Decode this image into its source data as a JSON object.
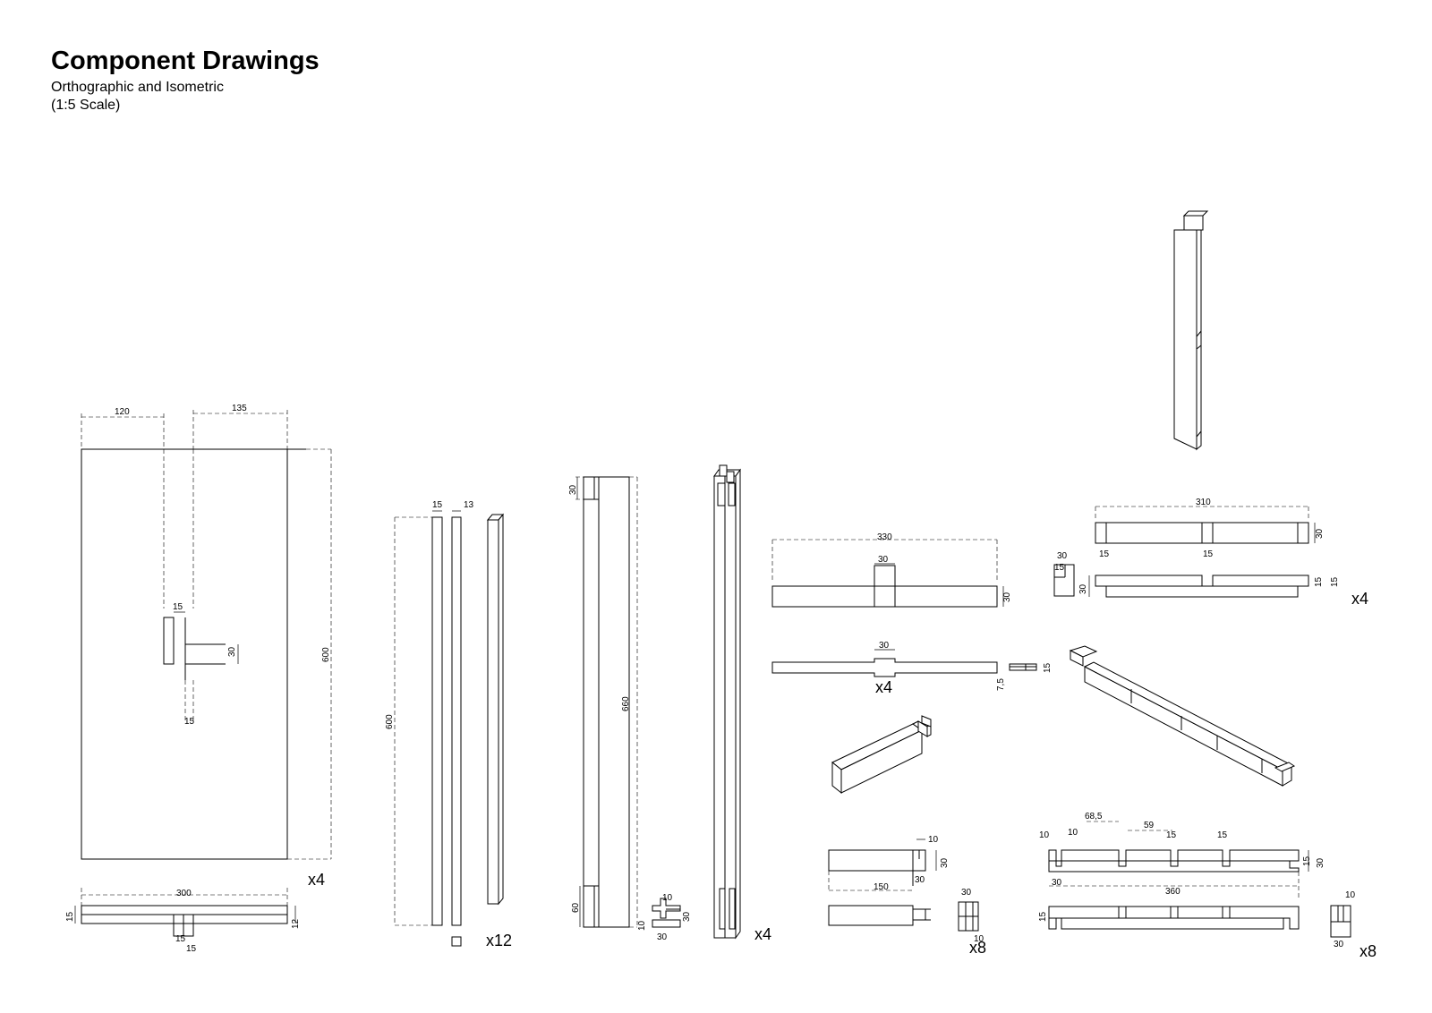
{
  "header": {
    "title": "Component Drawings",
    "subtitle_line1": "Orthographic and Isometric",
    "subtitle_line2": "(1:5 Scale)"
  },
  "panel": {
    "dims": {
      "w1": "120",
      "w2": "135",
      "h": "600",
      "slot_w": "15",
      "slot_h": "30",
      "slot_b": "15",
      "section_w": "300",
      "section_t": "15",
      "section_t2": "12",
      "tab1": "15",
      "tab2": "15"
    },
    "qty": "x4"
  },
  "strips": {
    "dims": {
      "w1": "15",
      "w2": "13",
      "h": "600"
    },
    "qty": "x12"
  },
  "post": {
    "dims": {
      "top": "30",
      "h": "660",
      "bottom": "60",
      "sec_a": "10",
      "sec_b": "10",
      "sec_c": "30",
      "sec_d": "30"
    },
    "qty": "x4"
  },
  "crossbar_short": {
    "dims": {
      "len": "330",
      "notch": "30",
      "h": "30",
      "notch2": "30",
      "t1": "7,5",
      "t2": "15"
    },
    "qty": "x4"
  },
  "crossbar_long": {
    "dims": {
      "len": "310",
      "h": "30",
      "n1": "15",
      "n2": "15",
      "sec_w": "30",
      "sec_h": "15",
      "side_h": "30",
      "t1": "15",
      "t2": "15"
    },
    "qty": "x4"
  },
  "peg": {
    "dims": {
      "tab": "10",
      "h": "30",
      "len": "150",
      "tab_h": "30",
      "sec_w": "30",
      "sec_t": "10"
    },
    "qty": "x8"
  },
  "rail": {
    "dims": {
      "d685": "68,5",
      "d59": "59",
      "a": "10",
      "b": "10",
      "s1": "15",
      "s2": "15",
      "end": "15",
      "h": "30",
      "left": "30",
      "len": "360",
      "side": "15",
      "sec_tab": "10",
      "sec_w": "30"
    },
    "qty": "x8"
  }
}
